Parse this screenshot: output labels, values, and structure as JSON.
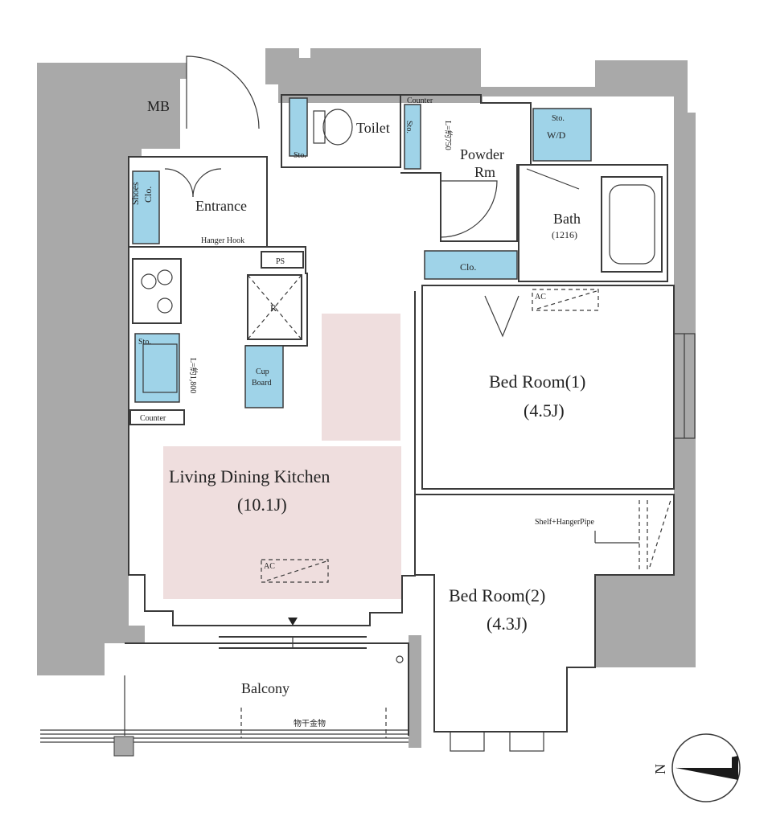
{
  "rooms": {
    "ldk_name": "Living Dining Kitchen",
    "ldk_size": "(10.1J)",
    "bed1_name": "Bed Room(1)",
    "bed1_size": "(4.5J)",
    "bed2_name": "Bed Room(2)",
    "bed2_size": "(4.3J)",
    "balcony": "Balcony",
    "entrance": "Entrance",
    "toilet": "Toilet",
    "powder_rm_line1": "Powder",
    "powder_rm_line2": "Rm",
    "bath": "Bath",
    "bath_size": "(1216)"
  },
  "fixtures": {
    "mb": "MB",
    "shoes_clo_line1": "Shoes",
    "shoes_clo_line2": "Clo.",
    "hanger_hook": "Hanger Hook",
    "ps": "PS",
    "refrigerator": "R",
    "cupboard_line1": "Cup",
    "cupboard_line2": "Board",
    "kitchen_counter": "Counter",
    "kitchen_storage": "Sto.",
    "kitchen_length": "L=約1,800",
    "toilet_storage": "Sto.",
    "powder_counter": "Counter",
    "powder_storage": "Sto.",
    "powder_length": "L=約750",
    "washer_storage": "Sto.",
    "washer": "W/D",
    "closet": "Clo.",
    "ac_bed1": "AC",
    "ac_ldk": "AC",
    "shelf_hanger": "Shelf+HangerPipe",
    "laundry_hardware": "物干金物"
  },
  "compass": {
    "label": "N"
  },
  "colors": {
    "wall": "#a9a9a9",
    "storage_blue": "#9fd3e8",
    "ldk_highlight": "#efdede"
  }
}
